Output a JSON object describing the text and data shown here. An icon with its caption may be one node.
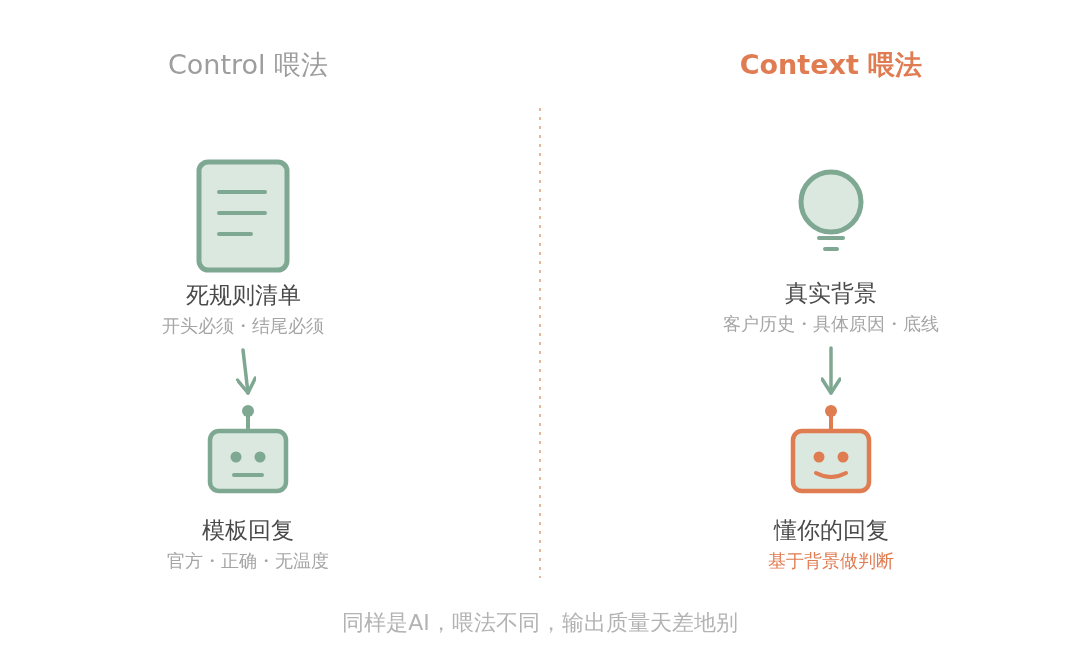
{
  "diagram": {
    "caption": "同样是AI，喂法不同，输出质量天差地别",
    "nodes": [
      {
        "text": [
          "死规则清单",
          "开头必须・结尾必须"
        ]
      },
      {
        "text": [
          "模板回复",
          "官方・正确・无温度"
        ]
      },
      {
        "text": [
          "真实背景",
          "客户历史・具体原因・底线"
        ]
      },
      {
        "text": [
          "懂你的回复",
          "基于背景做判断"
        ]
      }
    ],
    "edges": [
      {
        "from": 0,
        "to": 1,
        "arrow": "to"
      },
      {
        "from": 2,
        "to": 3,
        "arrow": "to"
      }
    ],
    "labels": [
      "Control 喂法",
      "Context 喂法"
    ]
  }
}
